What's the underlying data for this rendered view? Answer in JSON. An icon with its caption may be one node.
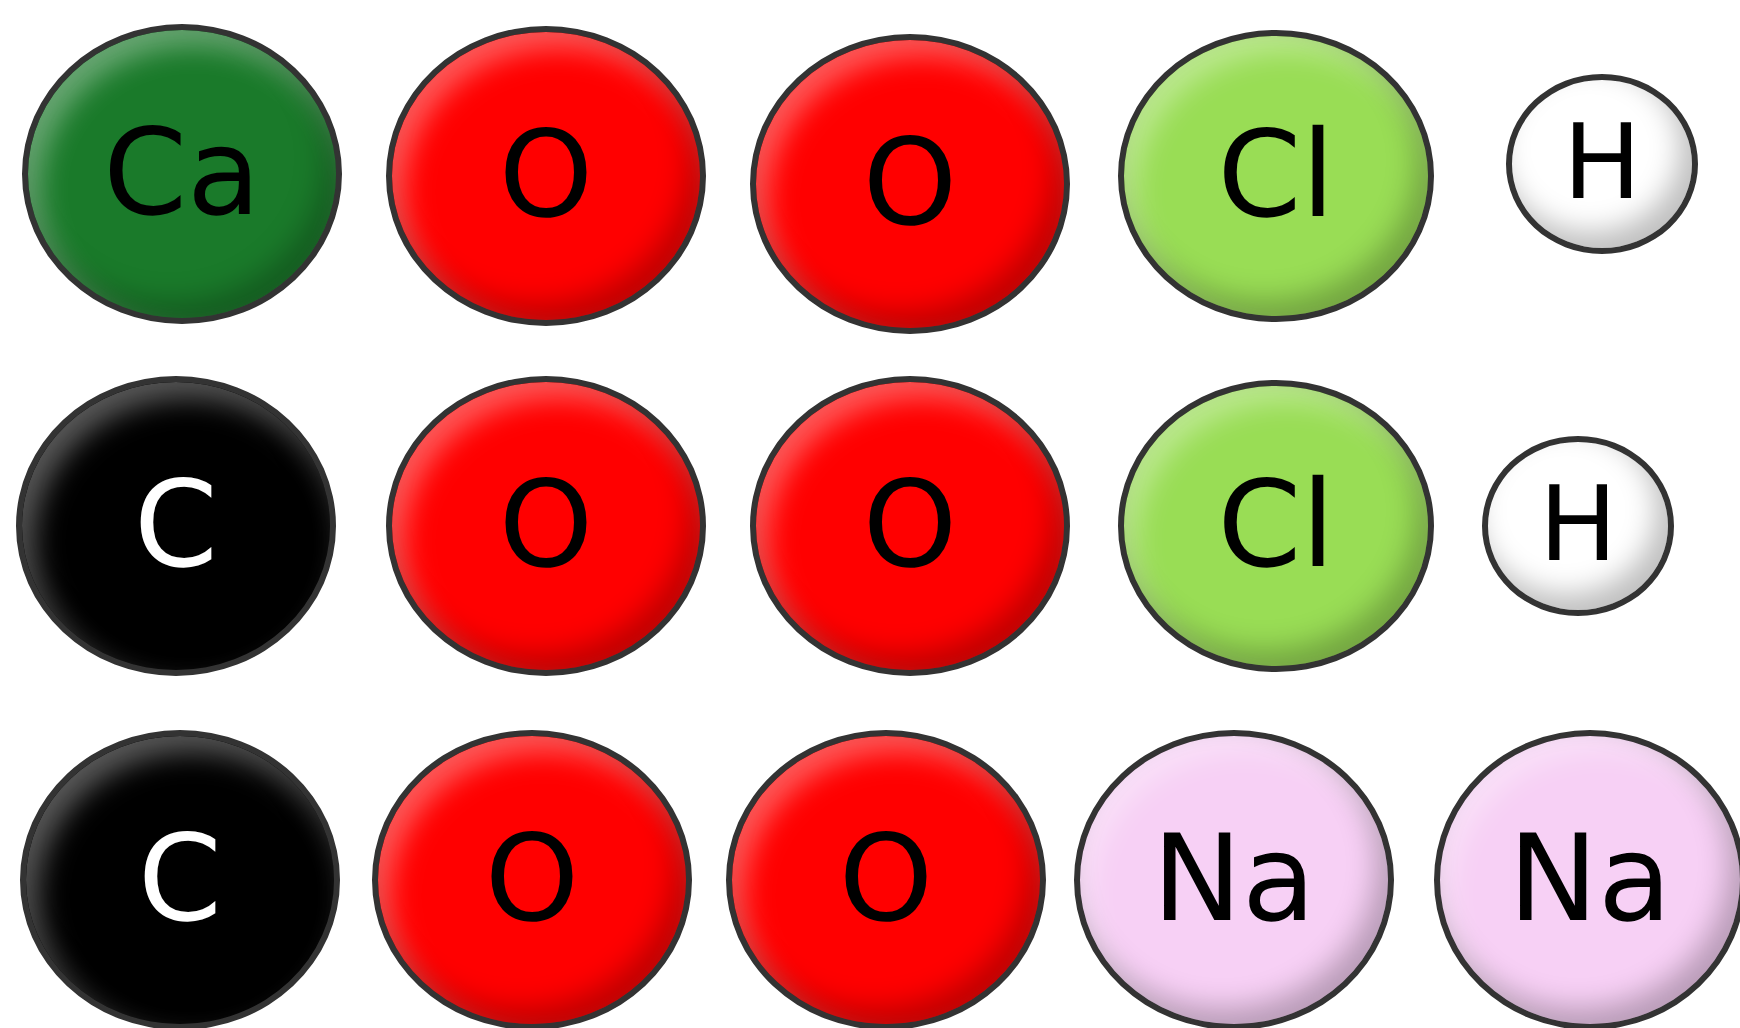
{
  "diagram": {
    "nodes": [
      {
        "text": [
          "Ca"
        ]
      },
      {
        "text": [
          "O"
        ]
      },
      {
        "text": [
          "O"
        ]
      },
      {
        "text": [
          "Cl"
        ]
      },
      {
        "text": [
          "H"
        ]
      },
      {
        "text": [
          "C"
        ]
      },
      {
        "text": [
          "O"
        ]
      },
      {
        "text": [
          "O"
        ]
      },
      {
        "text": [
          "Cl"
        ]
      },
      {
        "text": [
          "H"
        ]
      },
      {
        "text": [
          "C"
        ]
      },
      {
        "text": [
          "O"
        ]
      },
      {
        "text": [
          "O"
        ]
      },
      {
        "text": [
          "Na"
        ]
      },
      {
        "text": [
          "Na"
        ]
      }
    ]
  }
}
